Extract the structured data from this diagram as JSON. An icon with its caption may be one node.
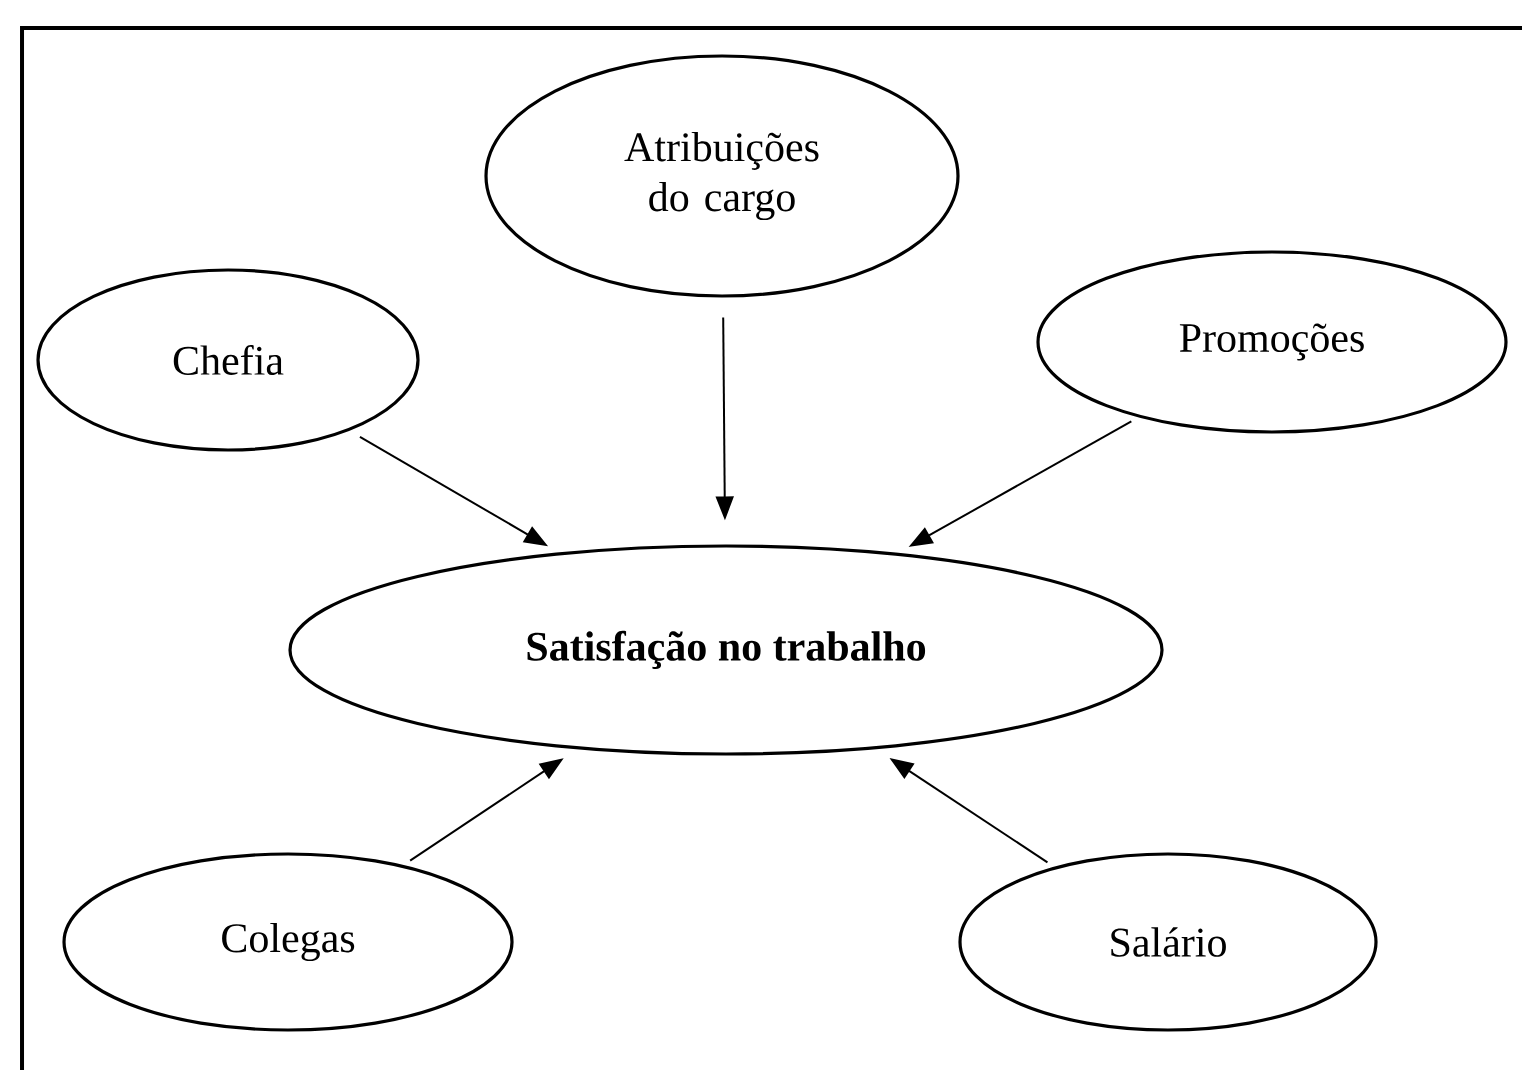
{
  "diagram": {
    "nodes": [
      {
        "text": [
          "Atribuições do cargo"
        ]
      },
      {
        "text": [
          "Chefia"
        ]
      },
      {
        "text": [
          "Promoções"
        ]
      },
      {
        "text": [
          "Satisfação no trabalho"
        ]
      },
      {
        "text": [
          "Colegas"
        ]
      },
      {
        "text": [
          "Salário"
        ]
      }
    ],
    "edges": [
      {
        "from": 1,
        "to": 3,
        "arrow": "to"
      },
      {
        "from": 0,
        "to": 3,
        "arrow": "to"
      },
      {
        "from": 2,
        "to": 3,
        "arrow": "to"
      },
      {
        "from": 4,
        "to": 3,
        "arrow": "to"
      },
      {
        "from": 5,
        "to": 3,
        "arrow": "to"
      }
    ]
  }
}
